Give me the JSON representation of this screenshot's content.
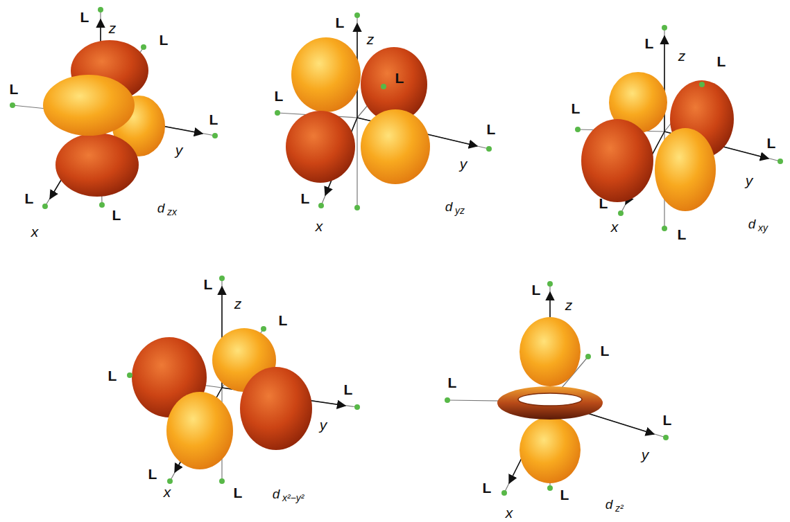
{
  "diagram": {
    "labels": [
      "L",
      "L",
      "L",
      "L",
      "L",
      "L",
      "z",
      "y",
      "x",
      "d",
      "zx",
      "L",
      "L",
      "L",
      "L",
      "L",
      "z",
      "y",
      "x",
      "d",
      "yz",
      "L",
      "L",
      "L",
      "L",
      "L",
      "L",
      "z",
      "y",
      "x",
      "d",
      "xy",
      "L",
      "L",
      "L",
      "L",
      "L",
      "L",
      "z",
      "y",
      "x",
      "d",
      "x²−y²",
      "L",
      "L",
      "L",
      "L",
      "L",
      "L",
      "z",
      "y",
      "x",
      "d",
      "z²"
    ]
  }
}
